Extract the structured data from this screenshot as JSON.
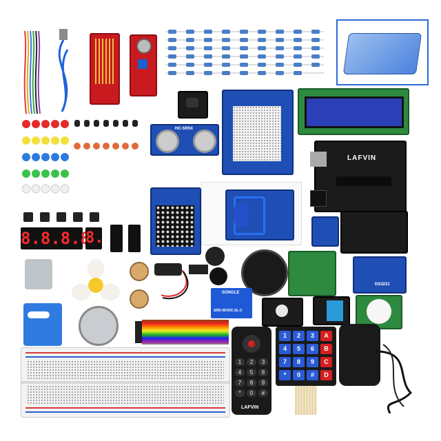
{
  "scene": {
    "description_id": "arduino-starter-kit-components",
    "brand": "LAFVIN"
  },
  "boards": {
    "uno_label": "LAFVIN",
    "ultrasonic_label": "HC-SR04",
    "relay_label": "SRD-05VDC-SL-C",
    "relay_brand": "SONGLE",
    "remote_brand": "LAFVIN",
    "rtc_label": "DS3231"
  },
  "keypad": {
    "keys": [
      "1",
      "2",
      "3",
      "A",
      "4",
      "5",
      "6",
      "B",
      "7",
      "8",
      "9",
      "C",
      "*",
      "0",
      "#",
      "D"
    ]
  },
  "remote": {
    "keys": [
      "1",
      "2",
      "3",
      "4",
      "5",
      "6",
      "7",
      "8",
      "9",
      "*",
      "0",
      "#"
    ]
  },
  "seven_segment": {
    "four_digit": "8.8.8.8.",
    "single_digit": "8."
  },
  "colors": {
    "pcb_blue": "#1f4fb5",
    "pcb_red": "#c81a1f",
    "pcb_black": "#1b1b1b",
    "keypad_blue": "#2a5bd6",
    "keypad_red": "#d42020"
  }
}
